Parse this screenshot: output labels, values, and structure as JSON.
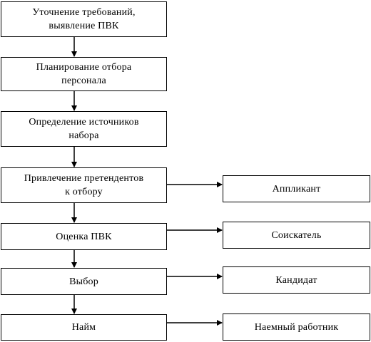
{
  "main_steps": [
    {
      "line1": "Уточнение требований,",
      "line2": "выявление ПВК"
    },
    {
      "line1": "Планирование отбора",
      "line2": "персонала"
    },
    {
      "line1": "Определение источников",
      "line2": "набора"
    },
    {
      "line1": "Привлечение претендентов",
      "line2": "к отбору"
    },
    {
      "line1": "Оценка ПВК",
      "line2": ""
    },
    {
      "line1": "Выбор",
      "line2": ""
    },
    {
      "line1": "Найм",
      "line2": ""
    }
  ],
  "candidate_statuses": [
    {
      "label": "Аппликант"
    },
    {
      "label": "Соискатель"
    },
    {
      "label": "Кандидат"
    },
    {
      "label": "Наемный работник"
    }
  ]
}
